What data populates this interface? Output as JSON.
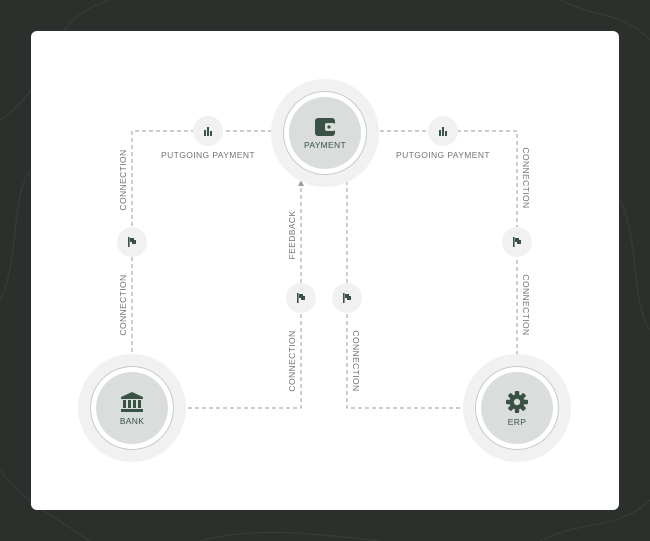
{
  "nodes": {
    "payment": {
      "label": "PAYMENT",
      "icon": "wallet-icon"
    },
    "bank": {
      "label": "BANK",
      "icon": "bank-icon"
    },
    "erp": {
      "label": "ERP",
      "icon": "gear-icon"
    }
  },
  "edges": {
    "top_left": "PUTGOING PAYMENT",
    "top_right": "PUTGOING PAYMENT",
    "left_upper": "CONNECTION",
    "left_lower": "CONNECTION",
    "center_feedback": "FEEDBACK",
    "center_left_lower": "CONNECTION",
    "center_right_lower": "CONNECTION",
    "right_upper": "CONNECTION",
    "right_lower": "CONNECTION"
  },
  "chips": {
    "top_left": "bar-chart-icon",
    "top_right": "bar-chart-icon",
    "left": "flag-icon",
    "right": "flag-icon",
    "center_left": "flag-icon",
    "center_right": "flag-icon"
  },
  "colors": {
    "background": "#2b302c",
    "card": "#ffffff",
    "node_fill": "#d9dddb",
    "accent": "#3a5246",
    "line": "#9a9d9a"
  }
}
